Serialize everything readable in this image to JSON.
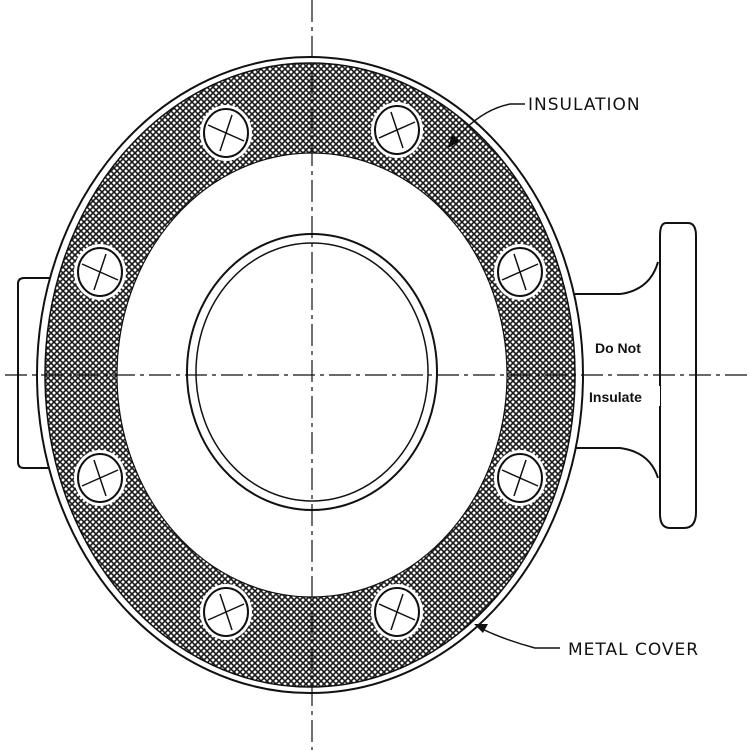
{
  "labels": {
    "insulation": "INSULATION",
    "do_not": "Do Not",
    "insulate": "Insulate",
    "metal_cover": "METAL COVER"
  },
  "colors": {
    "ink": "#111111",
    "hatch": "#1a1a1a",
    "background": "#ffffff"
  }
}
